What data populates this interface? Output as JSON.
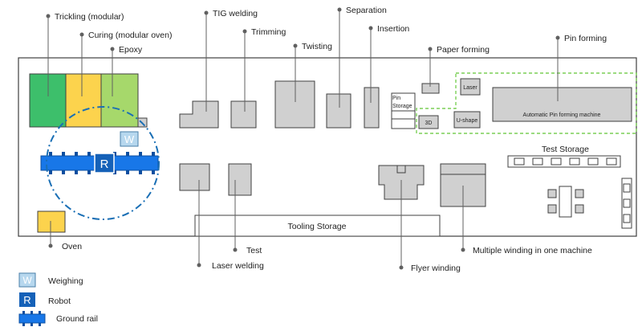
{
  "labels": {
    "trickling": "Trickling (modular)",
    "curing": "Curing (modular oven)",
    "epoxy": "Epoxy",
    "tig_welding": "TIG welding",
    "trimming": "Trimming",
    "twisting": "Twisting",
    "separation": "Separation",
    "insertion": "Insertion",
    "paper_forming": "Paper forming",
    "pin_forming": "Pin forming",
    "test_storage": "Test Storage",
    "tooling_storage": "Tooling Storage",
    "oven": "Oven",
    "test": "Test",
    "laser_welding": "Laser welding",
    "flyer_winding": "Flyer winding",
    "multiple_winding": "Multiple winding in one machine",
    "pin_storage_line1": "Pin",
    "pin_storage_line2": "Storage",
    "laser": "Laser",
    "u_shape": "U-shape",
    "three_d": "3D",
    "automatic_pin_forming": "Automatic Pin forming machine",
    "weighing_marker": "W",
    "robot_marker": "R"
  },
  "legend": {
    "weighing_icon": "W",
    "weighing_label": "Weighing",
    "robot_icon": "R",
    "robot_label": "Robot",
    "ground_rail_label": "Ground rail"
  },
  "colors": {
    "trickling": "#3dbf6b",
    "curing": "#fcd34d",
    "epoxy": "#a6d86b",
    "robot_rail": "#1877e8",
    "weighing": "#b6d7ee",
    "robot_circle": "#1a6fb5",
    "pin_zone": "#7ccf57"
  }
}
